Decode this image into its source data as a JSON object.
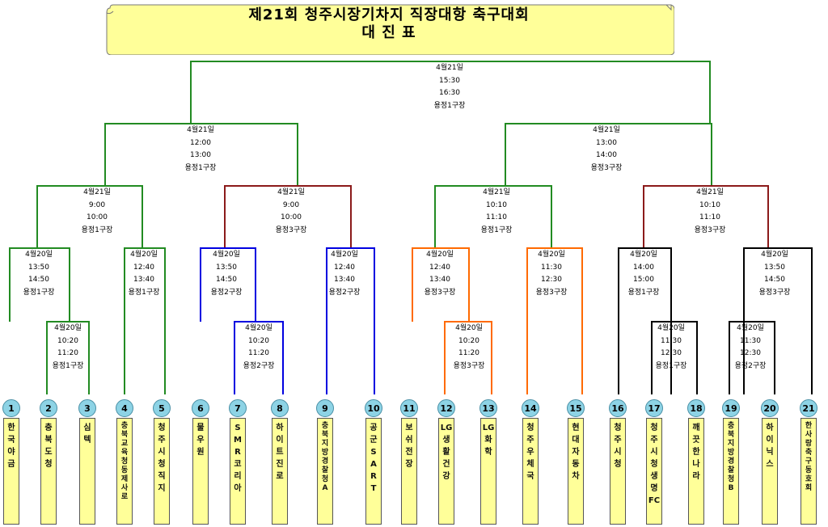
{
  "title": {
    "line1": "제21회 청주시장기차지 직장대항 축구대회",
    "line2": "대 진 표"
  },
  "matches": [
    {
      "id": "final",
      "date": "4월21일",
      "start": "15:30",
      "end": "16:30",
      "venue": "용정1구장",
      "color": "#228b22"
    },
    {
      "id": "sf-left",
      "date": "4월21일",
      "start": "12:00",
      "end": "13:00",
      "venue": "용정1구장",
      "color": "#228b22"
    },
    {
      "id": "sf-right",
      "date": "4월21일",
      "start": "13:00",
      "end": "14:00",
      "venue": "용정3구장",
      "color": "#228b22"
    },
    {
      "id": "qf1",
      "date": "4월21일",
      "start": "9:00",
      "end": "10:00",
      "venue": "용정1구장",
      "color": "#228b22"
    },
    {
      "id": "qf2",
      "date": "4월21일",
      "start": "9:00",
      "end": "10:00",
      "venue": "용정3구장",
      "color": "#8b1a1a"
    },
    {
      "id": "qf3",
      "date": "4월21일",
      "start": "10:10",
      "end": "11:10",
      "venue": "용정1구장",
      "color": "#228b22"
    },
    {
      "id": "qf4",
      "date": "4월21일",
      "start": "10:10",
      "end": "11:10",
      "venue": "용정3구장",
      "color": "#8b1a1a"
    },
    {
      "id": "r2-1",
      "date": "4월20일",
      "start": "13:50",
      "end": "14:50",
      "venue": "용정1구장",
      "color": "#228b22"
    },
    {
      "id": "r2-2",
      "date": "4월20일",
      "start": "12:40",
      "end": "13:40",
      "venue": "용정1구장",
      "color": "#228b22"
    },
    {
      "id": "r2-3",
      "date": "4월20일",
      "start": "13:50",
      "end": "14:50",
      "venue": "용정2구장",
      "color": "#0000e0"
    },
    {
      "id": "r2-4",
      "date": "4월20일",
      "start": "12:40",
      "end": "13:40",
      "venue": "용정2구장",
      "color": "#0000e0"
    },
    {
      "id": "r2-5",
      "date": "4월20일",
      "start": "12:40",
      "end": "13:40",
      "venue": "용정3구장",
      "color": "#ff6a00"
    },
    {
      "id": "r2-6",
      "date": "4월20일",
      "start": "11:30",
      "end": "12:30",
      "venue": "용정3구장",
      "color": "#ff6a00"
    },
    {
      "id": "r2-7",
      "date": "4월20일",
      "start": "14:00",
      "end": "15:00",
      "venue": "용정1구장",
      "color": "#000000"
    },
    {
      "id": "r2-8",
      "date": "4월20일",
      "start": "13:50",
      "end": "14:50",
      "venue": "용정3구장",
      "color": "#000000"
    },
    {
      "id": "r1-1",
      "date": "4월20일",
      "start": "10:20",
      "end": "11:20",
      "venue": "용정1구장",
      "color": "#228b22"
    },
    {
      "id": "r1-2",
      "date": "4월20일",
      "start": "10:20",
      "end": "11:20",
      "venue": "용정2구장",
      "color": "#0000e0"
    },
    {
      "id": "r1-3",
      "date": "4월20일",
      "start": "10:20",
      "end": "11:20",
      "venue": "용정3구장",
      "color": "#ff6a00"
    },
    {
      "id": "r1-4",
      "date": "4월20일",
      "start": "11:30",
      "end": "12:30",
      "venue": "용정1구장",
      "color": "#000000"
    },
    {
      "id": "r1-5",
      "date": "4월20일",
      "start": "11:30",
      "end": "12:30",
      "venue": "용정2구장",
      "color": "#000000"
    }
  ],
  "teams": [
    {
      "num": "1",
      "chars": [
        "한",
        "국",
        "야",
        "금"
      ]
    },
    {
      "num": "2",
      "chars": [
        "충",
        "북",
        "도",
        "청"
      ]
    },
    {
      "num": "3",
      "chars": [
        "심",
        "텍"
      ]
    },
    {
      "num": "4",
      "chars": [
        "충",
        "북",
        "교",
        "육",
        "청",
        "동",
        "제",
        "사",
        "로"
      ]
    },
    {
      "num": "5",
      "chars": [
        "청",
        "주",
        "시",
        "청",
        "직",
        "지"
      ]
    },
    {
      "num": "6",
      "chars": [
        "물",
        "우",
        "원"
      ]
    },
    {
      "num": "7",
      "chars": [
        "S",
        "M",
        "R",
        "코",
        "리",
        "아"
      ]
    },
    {
      "num": "8",
      "chars": [
        "하",
        "이",
        "트",
        "진",
        "로"
      ]
    },
    {
      "num": "9",
      "chars": [
        "충",
        "북",
        "지",
        "방",
        "경",
        "찰",
        "청",
        "A"
      ]
    },
    {
      "num": "10",
      "chars": [
        "공",
        "군",
        "S",
        "A",
        "R",
        "T"
      ]
    },
    {
      "num": "11",
      "chars": [
        "보",
        "쉬",
        "전",
        "장"
      ]
    },
    {
      "num": "12",
      "chars": [
        "LG",
        "생",
        "활",
        "건",
        "강"
      ]
    },
    {
      "num": "13",
      "chars": [
        "LG",
        "화",
        "학"
      ]
    },
    {
      "num": "14",
      "chars": [
        "청",
        "주",
        "우",
        "체",
        "국"
      ]
    },
    {
      "num": "15",
      "chars": [
        "현",
        "대",
        "자",
        "동",
        "차"
      ]
    },
    {
      "num": "16",
      "chars": [
        "청",
        "주",
        "시",
        "청"
      ]
    },
    {
      "num": "17",
      "chars": [
        "청",
        "주",
        "시",
        "청",
        "생",
        "명",
        "FC"
      ]
    },
    {
      "num": "18",
      "chars": [
        "깨",
        "끗",
        "한",
        "나",
        "라"
      ]
    },
    {
      "num": "19",
      "chars": [
        "충",
        "북",
        "지",
        "방",
        "경",
        "찰",
        "청",
        "B"
      ]
    },
    {
      "num": "20",
      "chars": [
        "하",
        "이",
        "닉",
        "스"
      ]
    },
    {
      "num": "21",
      "chars": [
        "한",
        "사",
        "랑",
        "축",
        "구",
        "동",
        "호",
        "회"
      ]
    }
  ]
}
